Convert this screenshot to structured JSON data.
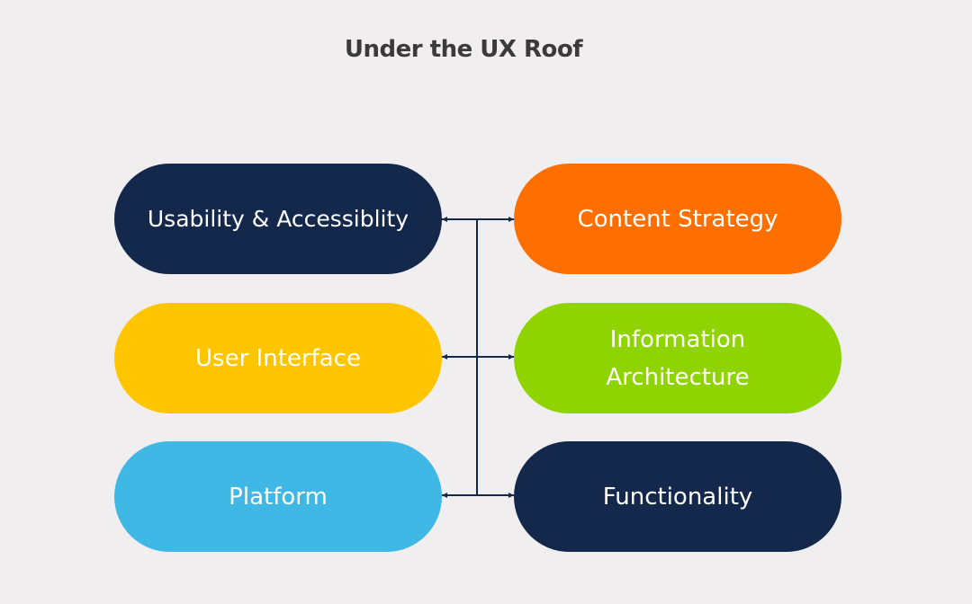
{
  "title": "Under the UX Roof",
  "left_items": [
    {
      "label": "Usability & Accessiblity",
      "color": "#14284b"
    },
    {
      "label": "User Interface",
      "color": "#ffc600"
    },
    {
      "label": "Platform",
      "color": "#3fb8e5"
    }
  ],
  "right_items": [
    {
      "label": "Content Strategy",
      "color": "#ff6f00"
    },
    {
      "label_line1": "Information",
      "label_line2": "Architecture",
      "color": "#8fd400"
    },
    {
      "label": "Functionality",
      "color": "#14284b"
    }
  ],
  "connector_color": "#14284b"
}
